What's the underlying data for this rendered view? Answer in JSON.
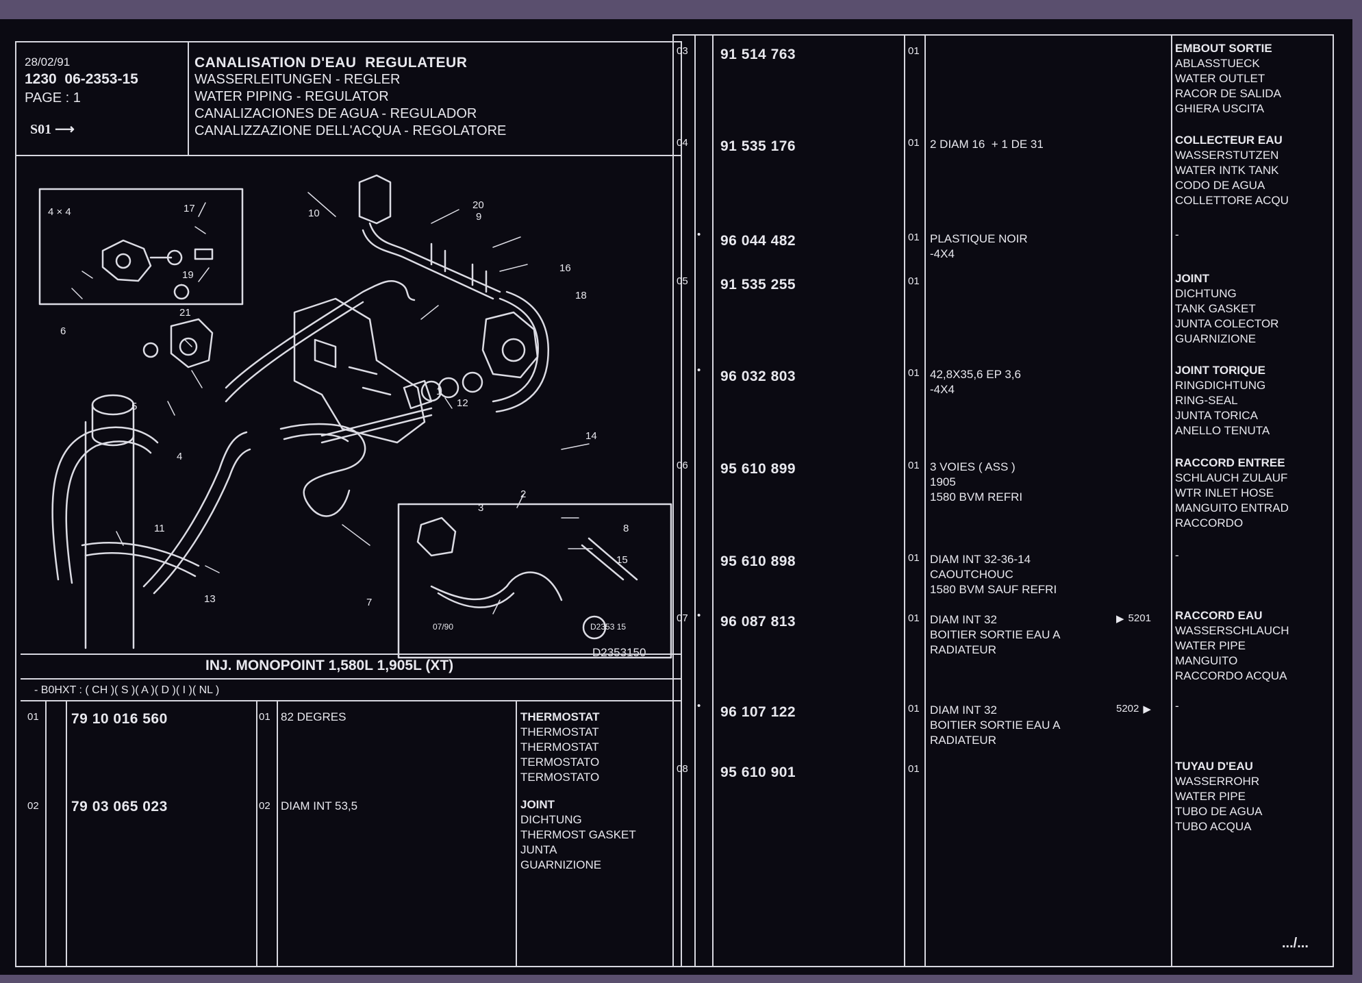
{
  "header": {
    "date": "28/02/91",
    "ref": "1230  06-2353-15",
    "page": "PAGE : 1",
    "sheet": "S01",
    "title_lines": [
      "CANALISATION D'EAU  REGULATEUR",
      "WASSERLEITUNGEN - REGLER",
      "WATER PIPING - REGULATOR",
      "CANALIZACIONES DE AGUA - REGULADOR",
      "CANALIZZAZIONE DELL'ACQUA - REGOLATORE"
    ]
  },
  "diagram": {
    "inset_label": "4 × 4",
    "callouts": [
      "1",
      "2",
      "3",
      "4",
      "5",
      "6",
      "7",
      "8",
      "9",
      "10",
      "11",
      "12",
      "13",
      "14",
      "15",
      "16",
      "17",
      "18",
      "19",
      "20",
      "21"
    ],
    "inset_date": "07/90",
    "inset_ref": "D2353 15",
    "drawing_ref": "D2353150"
  },
  "application": {
    "engine": "INJ. MONOPOINT 1,580L 1,905L (XT)",
    "codes": "- B0HXT : ( CH )( S )( A )( D )( I )( NL )"
  },
  "left_table": {
    "rows": [
      {
        "item": "01",
        "part": "79 10 016 560",
        "qty": "01",
        "desc": [
          "82 DEGRES"
        ],
        "names": [
          "THERMOSTAT",
          "THERMOSTAT",
          "THERMOSTAT",
          "TERMOSTATO",
          "TERMOSTATO"
        ]
      },
      {
        "item": "02",
        "part": "79 03 065 023",
        "qty": "02",
        "desc": [
          "DIAM INT 53,5"
        ],
        "names": [
          "JOINT",
          "DICHTUNG",
          "THERMOST GASKET",
          "JUNTA",
          "GUARNIZIONE"
        ]
      }
    ]
  },
  "right_table": {
    "rows": [
      {
        "item": "03",
        "dot": "",
        "part": "91 514 763",
        "qty": "01",
        "desc": [],
        "ref": "",
        "names": [
          "EMBOUT SORTIE",
          "ABLASSTUECK",
          "WATER OUTLET",
          "RACOR DE SALIDA",
          "GHIERA USCITA"
        ]
      },
      {
        "item": "04",
        "dot": "",
        "part": "91 535 176",
        "qty": "01",
        "desc": [
          "2 DIAM 16  + 1 DE 31"
        ],
        "ref": "",
        "names": [
          "COLLECTEUR EAU",
          "WASSERSTUTZEN",
          "WATER INTK TANK",
          "CODO DE AGUA",
          "COLLETTORE ACQU"
        ]
      },
      {
        "item": "",
        "dot": "•",
        "part": "96 044 482",
        "qty": "01",
        "desc": [
          "PLASTIQUE NOIR",
          "-4X4"
        ],
        "ref": "",
        "names": [
          "-"
        ]
      },
      {
        "item": "05",
        "dot": "",
        "part": "91 535 255",
        "qty": "01",
        "desc": [],
        "ref": "",
        "names": [
          "JOINT",
          "DICHTUNG",
          "TANK GASKET",
          "JUNTA COLECTOR",
          "GUARNIZIONE"
        ]
      },
      {
        "item": "",
        "dot": "•",
        "part": "96 032 803",
        "qty": "01",
        "desc": [
          "42,8X35,6 EP 3,6",
          "-4X4"
        ],
        "ref": "",
        "names": [
          "JOINT TORIQUE",
          "RINGDICHTUNG",
          "RING-SEAL",
          "JUNTA TORICA",
          "ANELLO TENUTA"
        ]
      },
      {
        "item": "06",
        "dot": "",
        "part": "95 610 899",
        "qty": "01",
        "desc": [
          "3 VOIES ( ASS )",
          "1905",
          "1580 BVM REFRI"
        ],
        "ref": "",
        "names": [
          "RACCORD ENTREE",
          "SCHLAUCH ZULAUF",
          "WTR INLET HOSE",
          "MANGUITO ENTRAD",
          "RACCORDO"
        ]
      },
      {
        "item": "",
        "dot": "",
        "part": "95 610 898",
        "qty": "01",
        "desc": [
          "DIAM INT 32-36-14",
          "CAOUTCHOUC",
          "1580 BVM SAUF REFRI"
        ],
        "ref": "",
        "names": [
          "-"
        ]
      },
      {
        "item": "07",
        "dot": "•",
        "part": "96 087 813",
        "qty": "01",
        "desc": [
          "DIAM INT 32",
          "BOITIER SORTIE EAU A",
          "RADIATEUR"
        ],
        "ref": "5201",
        "names": [
          "RACCORD EAU",
          "WASSERSCHLAUCH",
          "WATER PIPE",
          "MANGUITO",
          "RACCORDO ACQUA"
        ]
      },
      {
        "item": "",
        "dot": "•",
        "part": "96 107 122",
        "qty": "01",
        "desc": [
          "DIAM INT 32",
          "BOITIER SORTIE EAU A",
          "RADIATEUR"
        ],
        "ref": "5202",
        "names": [
          "-"
        ]
      },
      {
        "item": "08",
        "dot": "",
        "part": "95 610 901",
        "qty": "01",
        "desc": [],
        "ref": "",
        "names": [
          "TUYAU D'EAU",
          "WASSERROHR",
          "WATER PIPE",
          "TUBO DE AGUA",
          "TUBO ACQUA"
        ]
      }
    ]
  },
  "footer": {
    "continued": ".../..."
  },
  "colors": {
    "sheet": "#0b0a12",
    "lines": "#d8d8e0",
    "text": "#e8e8ee",
    "border": "#5a4f6e"
  }
}
